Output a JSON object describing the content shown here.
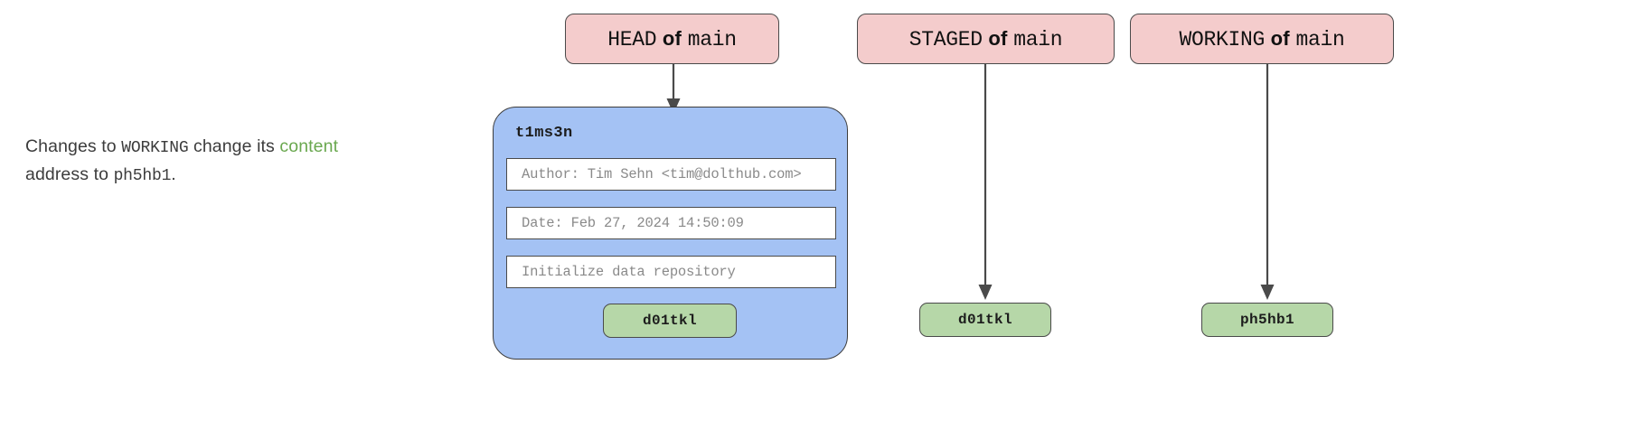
{
  "caption": {
    "line1_part1": "Changes to ",
    "line1_mono1": "WORKING",
    "line1_part2": " change its ",
    "line1_green": "content",
    "line2_part1": "address to ",
    "line2_mono1": "ph5hb1",
    "line2_part2": "."
  },
  "colors": {
    "pink_box_fill": "#f4cccc",
    "blue_card_fill": "#a4c2f4",
    "green_chip_fill": "#b6d7a8",
    "stroke": "#4a4a4a",
    "green_text": "#6aa84f",
    "body_text": "#3c3c3c",
    "field_text": "#8a8a8a"
  },
  "pointers": [
    {
      "id": "head",
      "name": "HEAD",
      "of_word": "of",
      "branch": "main",
      "arrow_icon": "arrow-down-icon"
    },
    {
      "id": "staged",
      "name": "STAGED",
      "of_word": "of",
      "branch": "main",
      "arrow_icon": "arrow-down-icon"
    },
    {
      "id": "working",
      "name": "WORKING",
      "of_word": "of",
      "branch": "main",
      "arrow_icon": "arrow-down-icon"
    }
  ],
  "commit_card": {
    "title": "t1ms3n",
    "fields": [
      {
        "key": "author",
        "value": "Author: Tim Sehn <tim@dolthub.com>"
      },
      {
        "key": "date",
        "value": "Date: Feb 27, 2024 14:50:09"
      },
      {
        "key": "message",
        "value": "Initialize data repository"
      }
    ],
    "hash_chip": "d01tkl"
  },
  "chips": {
    "staged_hash": "d01tkl",
    "working_hash": "ph5hb1"
  }
}
